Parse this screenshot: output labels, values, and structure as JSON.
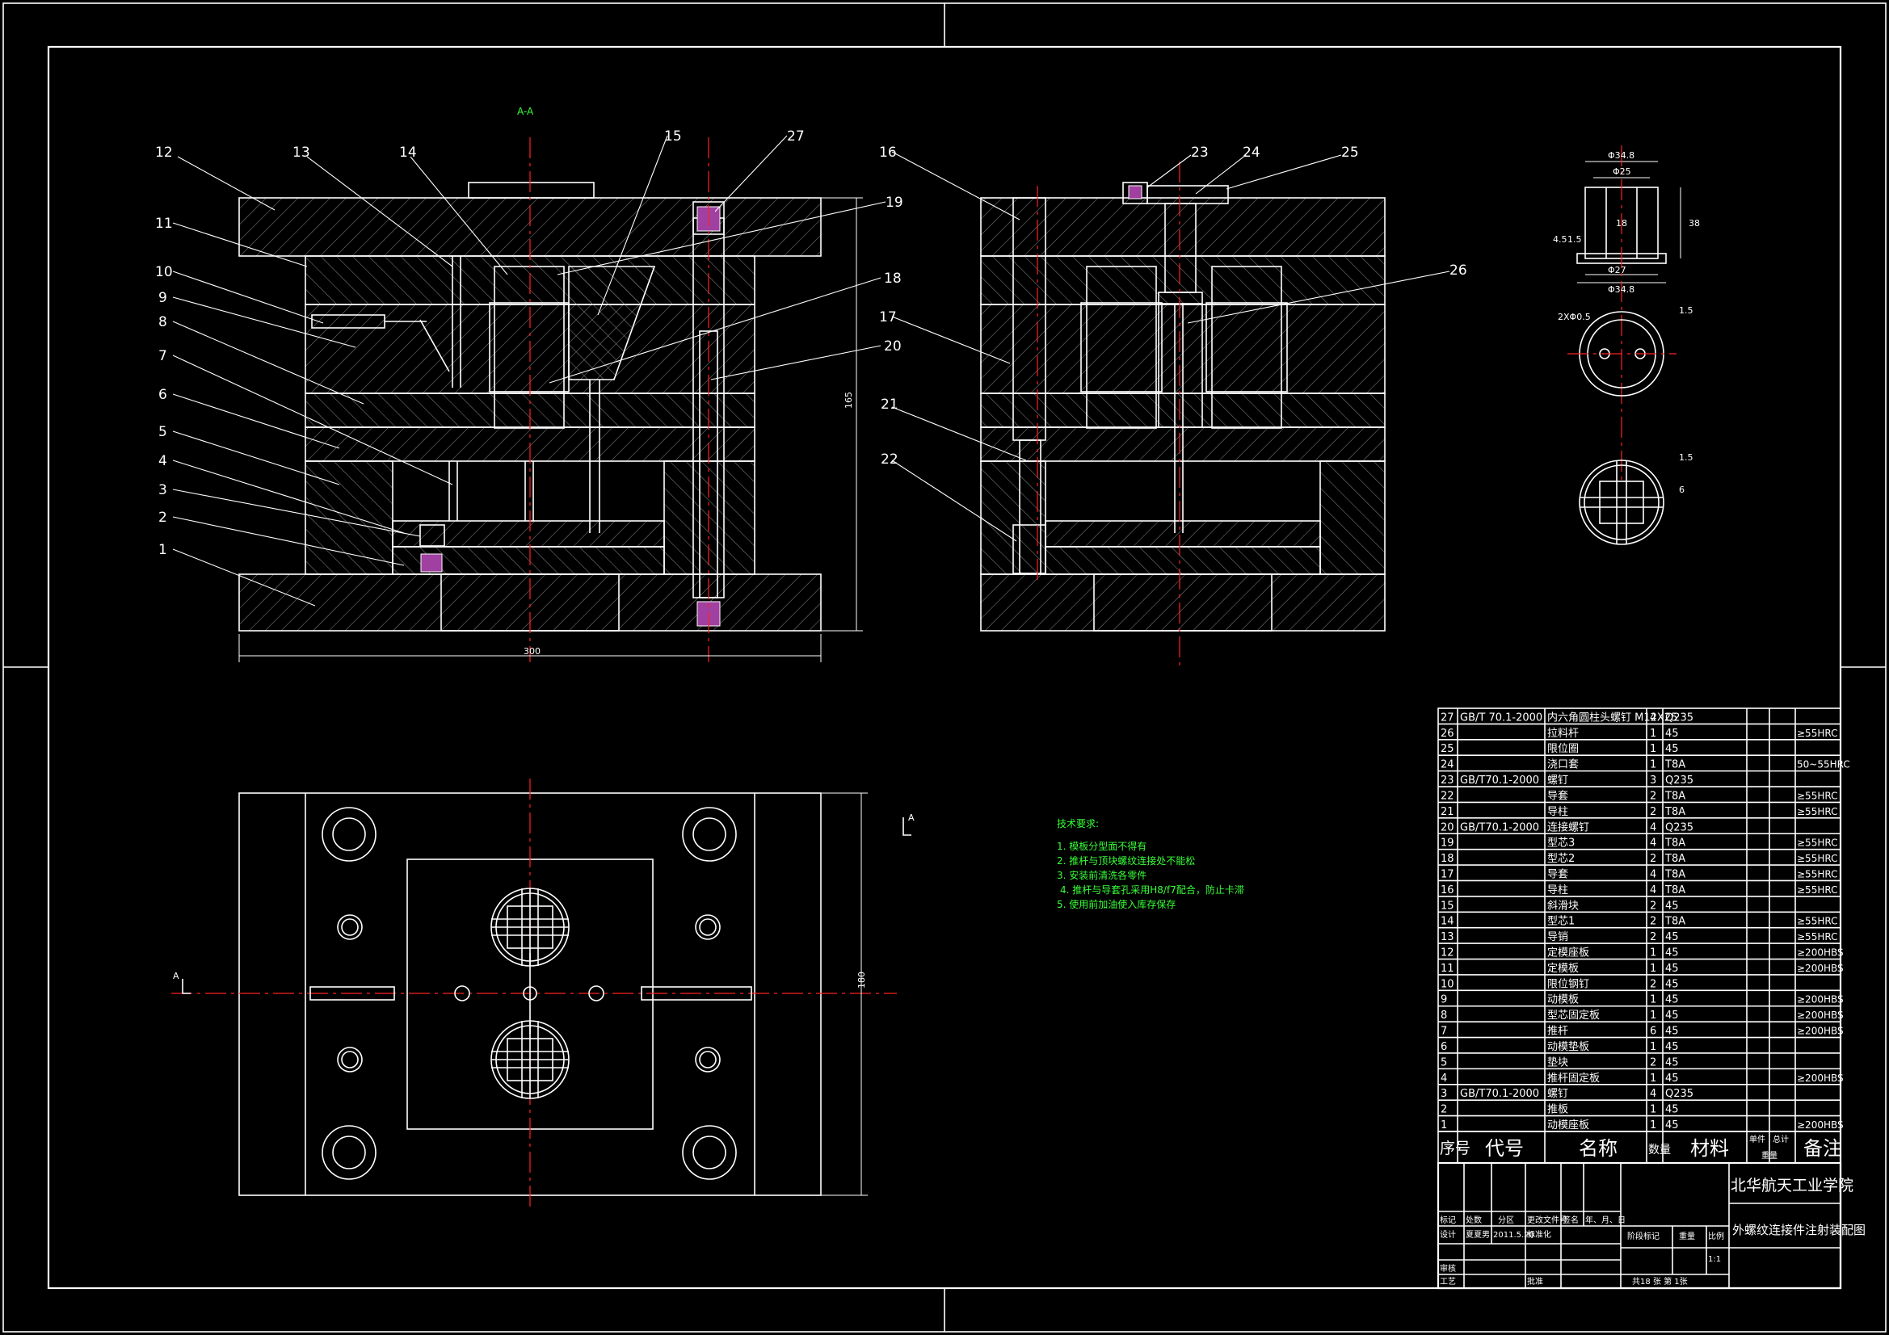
{
  "section_label": "A-A",
  "section_marks": {
    "left": "A",
    "right": "A"
  },
  "dimensions": {
    "base_width": "300",
    "height": "165",
    "plan_height": "180"
  },
  "part_callouts_left": [
    "12",
    "13",
    "14",
    "15",
    "27",
    "19",
    "11",
    "10",
    "9",
    "8",
    "7",
    "6",
    "5",
    "4",
    "3",
    "2",
    "1",
    "18",
    "20"
  ],
  "part_callouts_right": [
    "16",
    "23",
    "24",
    "25",
    "26",
    "17",
    "21",
    "22"
  ],
  "detail_dims": {
    "top": "Φ34.8",
    "inner": "Φ25",
    "h18": "18",
    "h38": "38",
    "d27": "Φ27",
    "d34": "Φ34.8",
    "s45": "4.5",
    "s15": "1.5",
    "hole": "2XΦ0.5",
    "t15": "1.5",
    "t6": "6",
    "t15b": "1.5"
  },
  "tech_requirements": {
    "title": "技术要求:",
    "items": [
      "1. 模板分型面不得有",
      "2. 推杆与顶块螺纹连接处不能松",
      "3. 安装前清洗各零件",
      "4. 推杆与导套孔采用H8/f7配合，防止卡滞",
      "5. 使用前加油使入库存保存"
    ]
  },
  "bom": [
    {
      "no": "27",
      "code": "GB/T 70.1-2000",
      "name": "内六角圆柱头螺钉 M12X25",
      "qty": "4",
      "mat": "Q235",
      "note": ""
    },
    {
      "no": "26",
      "code": "",
      "name": "拉料杆",
      "qty": "1",
      "mat": "45",
      "note": "≥55HRC"
    },
    {
      "no": "25",
      "code": "",
      "name": "限位圈",
      "qty": "1",
      "mat": "45",
      "note": ""
    },
    {
      "no": "24",
      "code": "",
      "name": "浇口套",
      "qty": "1",
      "mat": "T8A",
      "note": "50~55HRC"
    },
    {
      "no": "23",
      "code": "GB/T70.1-2000",
      "name": "螺钉",
      "qty": "3",
      "mat": "Q235",
      "note": ""
    },
    {
      "no": "22",
      "code": "",
      "name": "导套",
      "qty": "2",
      "mat": "T8A",
      "note": "≥55HRC"
    },
    {
      "no": "21",
      "code": "",
      "name": "导柱",
      "qty": "2",
      "mat": "T8A",
      "note": "≥55HRC"
    },
    {
      "no": "20",
      "code": "GB/T70.1-2000",
      "name": "连接螺钉",
      "qty": "4",
      "mat": "Q235",
      "note": ""
    },
    {
      "no": "19",
      "code": "",
      "name": "型芯3",
      "qty": "4",
      "mat": "T8A",
      "note": "≥55HRC"
    },
    {
      "no": "18",
      "code": "",
      "name": "型芯2",
      "qty": "2",
      "mat": "T8A",
      "note": "≥55HRC"
    },
    {
      "no": "17",
      "code": "",
      "name": "导套",
      "qty": "4",
      "mat": "T8A",
      "note": "≥55HRC"
    },
    {
      "no": "16",
      "code": "",
      "name": "导柱",
      "qty": "4",
      "mat": "T8A",
      "note": "≥55HRC"
    },
    {
      "no": "15",
      "code": "",
      "name": "斜滑块",
      "qty": "2",
      "mat": "45",
      "note": ""
    },
    {
      "no": "14",
      "code": "",
      "name": "型芯1",
      "qty": "2",
      "mat": "T8A",
      "note": "≥55HRC"
    },
    {
      "no": "13",
      "code": "",
      "name": "导销",
      "qty": "2",
      "mat": "45",
      "note": "≥55HRC"
    },
    {
      "no": "12",
      "code": "",
      "name": "定模座板",
      "qty": "1",
      "mat": "45",
      "note": "≥200HBS"
    },
    {
      "no": "11",
      "code": "",
      "name": "定模板",
      "qty": "1",
      "mat": "45",
      "note": "≥200HBS"
    },
    {
      "no": "10",
      "code": "",
      "name": "限位钢钉",
      "qty": "2",
      "mat": "45",
      "note": ""
    },
    {
      "no": "9",
      "code": "",
      "name": "动模板",
      "qty": "1",
      "mat": "45",
      "note": "≥200HBS"
    },
    {
      "no": "8",
      "code": "",
      "name": "型芯固定板",
      "qty": "1",
      "mat": "45",
      "note": "≥200HBS"
    },
    {
      "no": "7",
      "code": "",
      "name": "推杆",
      "qty": "6",
      "mat": "45",
      "note": "≥200HBS"
    },
    {
      "no": "6",
      "code": "",
      "name": "动模垫板",
      "qty": "1",
      "mat": "45",
      "note": ""
    },
    {
      "no": "5",
      "code": "",
      "name": "垫块",
      "qty": "2",
      "mat": "45",
      "note": ""
    },
    {
      "no": "4",
      "code": "",
      "name": "推杆固定板",
      "qty": "1",
      "mat": "45",
      "note": "≥200HBS"
    },
    {
      "no": "3",
      "code": "GB/T70.1-2000",
      "name": "螺钉",
      "qty": "4",
      "mat": "Q235",
      "note": ""
    },
    {
      "no": "2",
      "code": "",
      "name": "推板",
      "qty": "1",
      "mat": "45",
      "note": ""
    },
    {
      "no": "1",
      "code": "",
      "name": "动模座板",
      "qty": "1",
      "mat": "45",
      "note": "≥200HBS"
    }
  ],
  "bom_header": {
    "no": "序号",
    "code": "代号",
    "name": "名称",
    "qty": "数量",
    "mat": "材料",
    "unit_mass": "单件",
    "total_mass": "总计",
    "mass": "重量",
    "note": "备注"
  },
  "title_block": {
    "school": "北华航天工业学院",
    "drawing_name": "外螺纹连接件注射装配图",
    "row_labels": [
      "标记",
      "处数",
      "分区",
      "更改文件号",
      "签名",
      "年、月、日"
    ],
    "design": "设计",
    "designer": "夏夏男",
    "date": "2011.5.20",
    "standard": "标准化",
    "review": "审核",
    "process": "工艺",
    "approve": "批准",
    "stage": "阶段标记",
    "weight": "重量",
    "scale": "比例",
    "scale_value": "1:1",
    "sheets": "共18 张  第 1张"
  }
}
